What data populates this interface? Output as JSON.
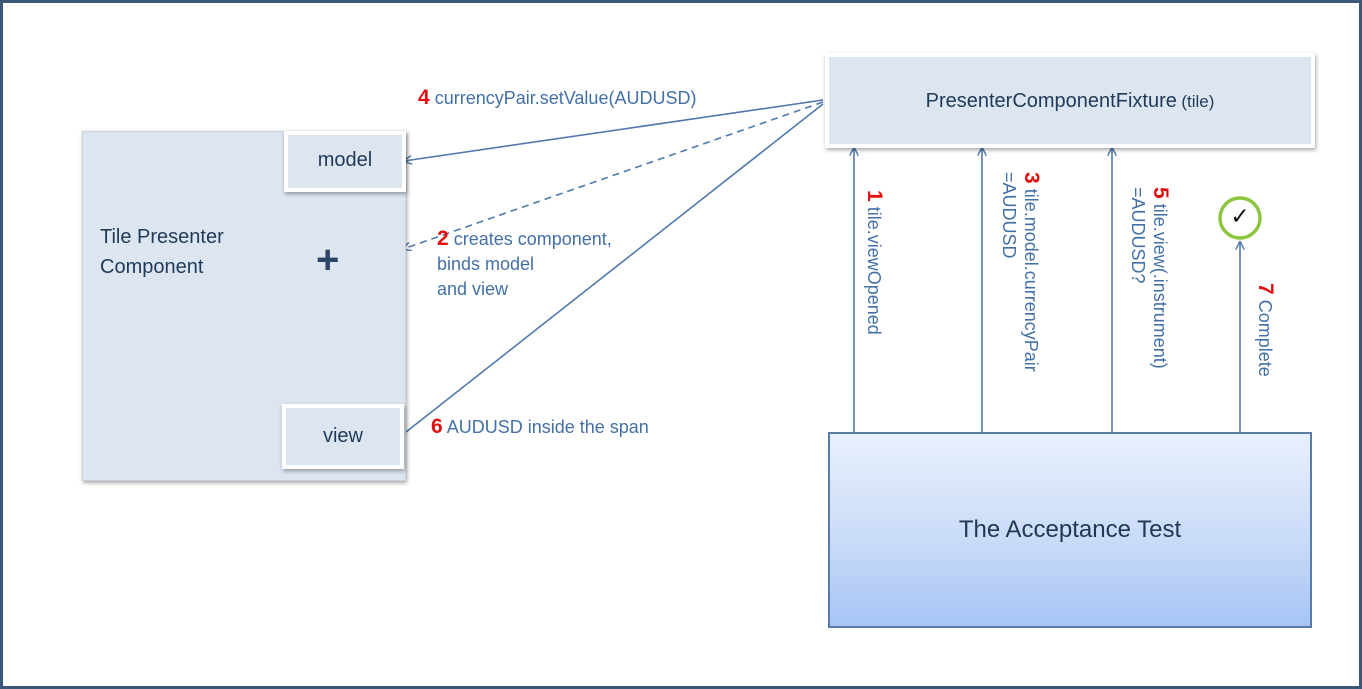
{
  "tile_presenter": {
    "title_line1": "Tile Presenter",
    "title_line2": "Component",
    "plus": "+"
  },
  "model_box": {
    "label": "model"
  },
  "view_box": {
    "label": "view"
  },
  "fixture": {
    "name": "PresenterComponentFixture",
    "param": "(tile)"
  },
  "acceptance_test": {
    "label": "The Acceptance Test"
  },
  "steps": {
    "s1": {
      "num": "1",
      "text": "tile.viewOpened"
    },
    "s2": {
      "num": "2",
      "line1": "creates component,",
      "line2": "binds  model",
      "line3": "and view"
    },
    "s3": {
      "num": "3",
      "line1": "tile.model.currencyPair",
      "line2": "=AUDUSD"
    },
    "s4": {
      "num": "4",
      "text": "currencyPair.setValue(AUDUSD)"
    },
    "s5": {
      "num": "5",
      "line1": "tile.view(.instrument)",
      "line2": "=AUDUSD?"
    },
    "s6": {
      "num": "6",
      "text": "AUDUSD  inside the span"
    },
    "s7": {
      "num": "7",
      "text": "Complete"
    }
  },
  "check": {
    "symbol": "✓"
  },
  "colors": {
    "arrow": "#4f79ad",
    "box_fill": "#dce5f0",
    "frame": "#3b5676",
    "step_number": "#e11010",
    "check_ring": "#8cc63f"
  }
}
